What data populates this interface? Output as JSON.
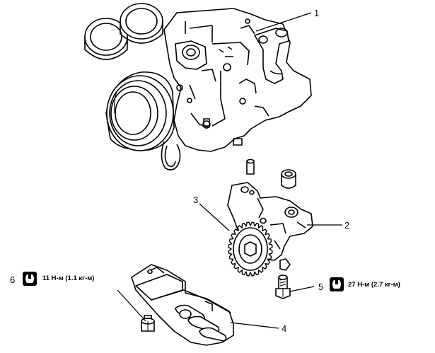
{
  "callouts": {
    "c1": "1",
    "c2": "2",
    "c3": "3",
    "c4": "4",
    "c5": "5",
    "c6": "6"
  },
  "torque_specs": {
    "spec_6": "11 Н-м (1.1 кг-м)",
    "spec_5": "27 Н-м (2.7 кг-м)"
  },
  "icons": {
    "torque_wrench_icon": "torque-wrench-icon"
  },
  "colors": {
    "line": "#000000",
    "background": "#ffffff"
  }
}
